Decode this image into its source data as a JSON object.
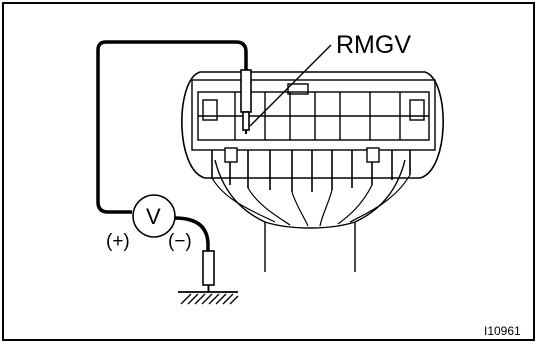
{
  "diagram": {
    "connector_pin_label": "RMGV",
    "voltmeter_symbol": "V",
    "positive_probe_label": "(+)",
    "negative_probe_label": "(−)",
    "figure_id": "I10961"
  }
}
